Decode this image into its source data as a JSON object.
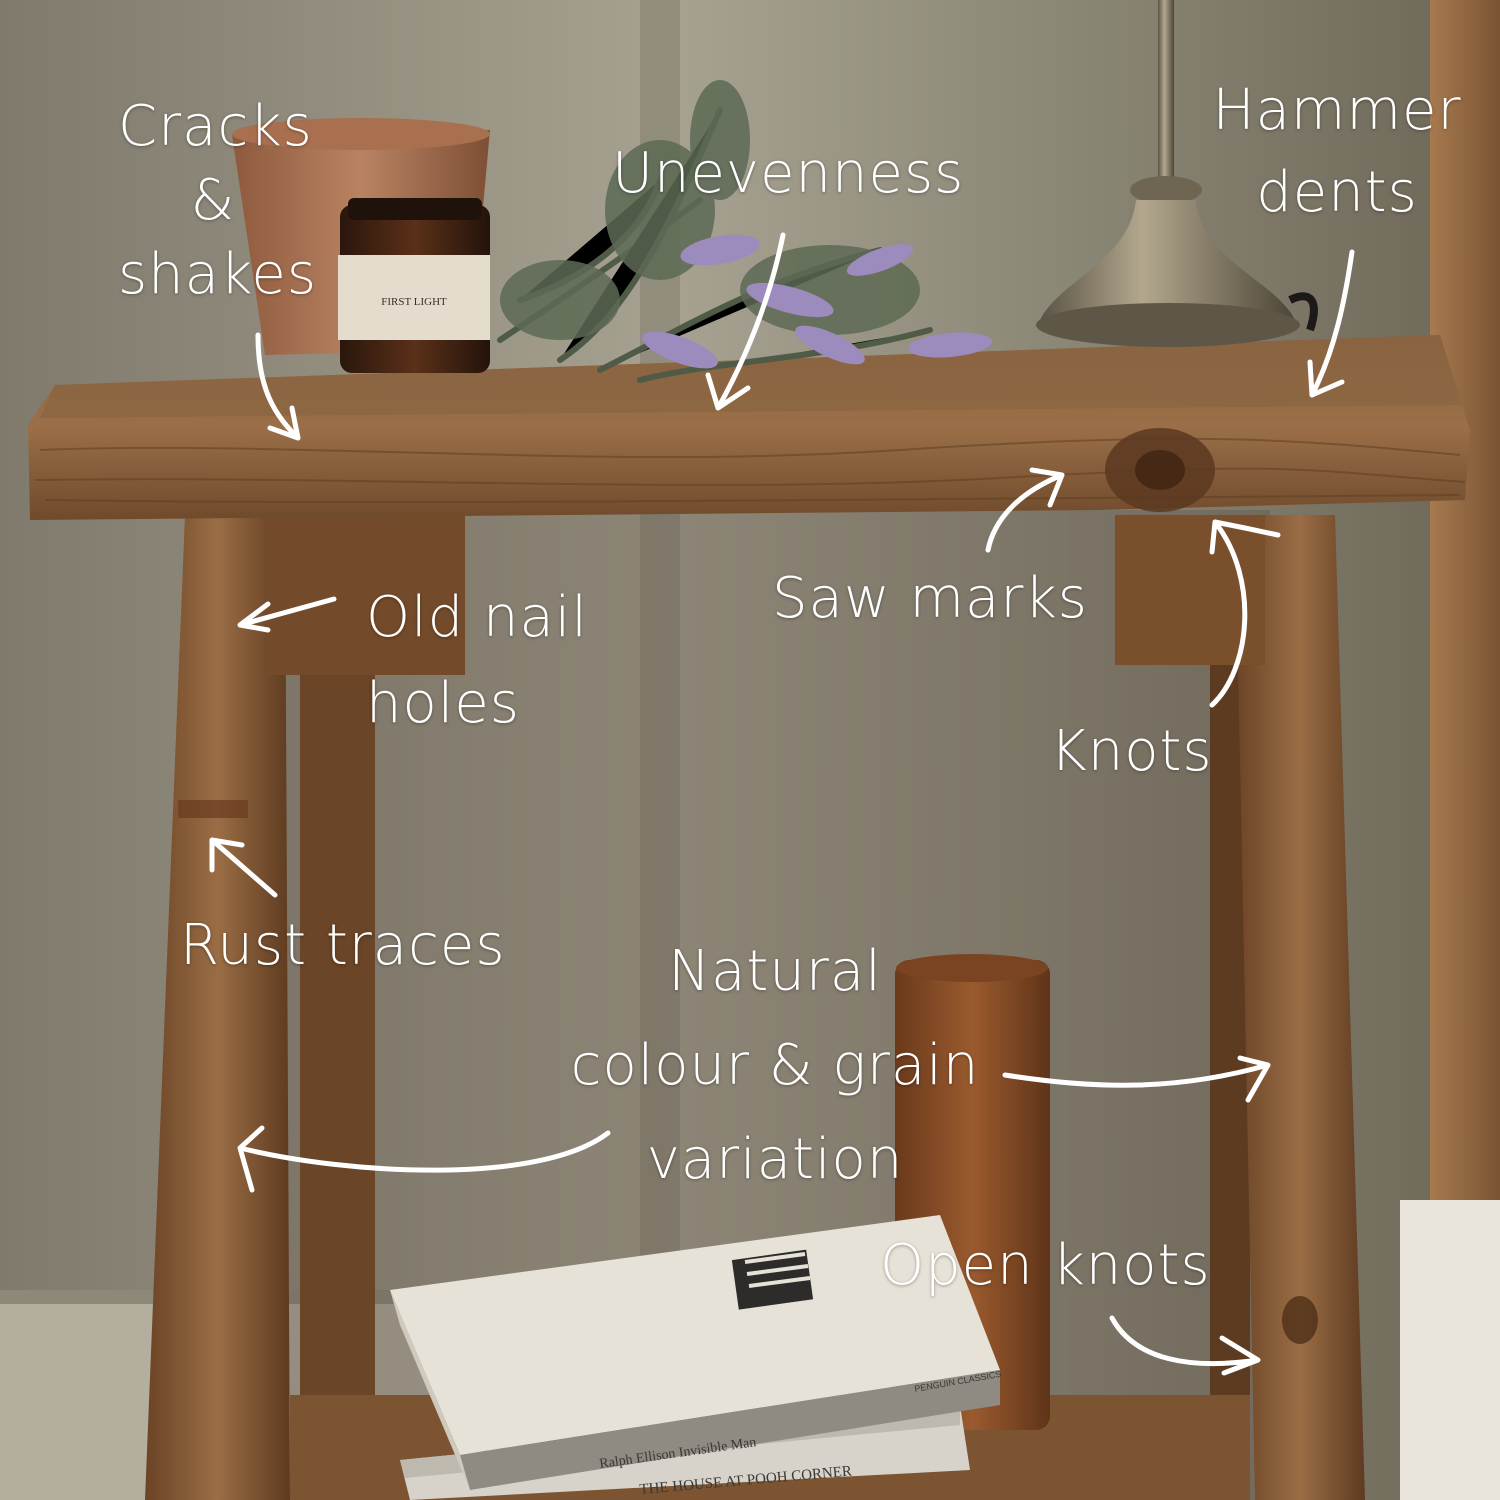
{
  "annotations": {
    "cracks": [
      "Cracks",
      "&",
      "shakes"
    ],
    "unevenness": "Unevenness",
    "hammer": [
      "Hammer",
      "dents"
    ],
    "nail": [
      "Old nail",
      "holes"
    ],
    "saw": "Saw marks",
    "knots": "Knots",
    "rust": "Rust traces",
    "natural": [
      "Natural",
      "colour & grain",
      "variation"
    ],
    "open_knots": "Open knots"
  },
  "candle_label": {
    "line1": "FIRST LIGHT"
  },
  "books": {
    "top_spine": "Ralph Ellison  Invisible Man",
    "bottom_spine": "THE HOUSE AT POOH CORNER",
    "publisher": "PENGUIN CLASSICS"
  },
  "colors": {
    "annotation": "#ffffff",
    "wall": "#9a9584",
    "wood": "#8a5a34",
    "lavender": "#9c8bbd"
  }
}
